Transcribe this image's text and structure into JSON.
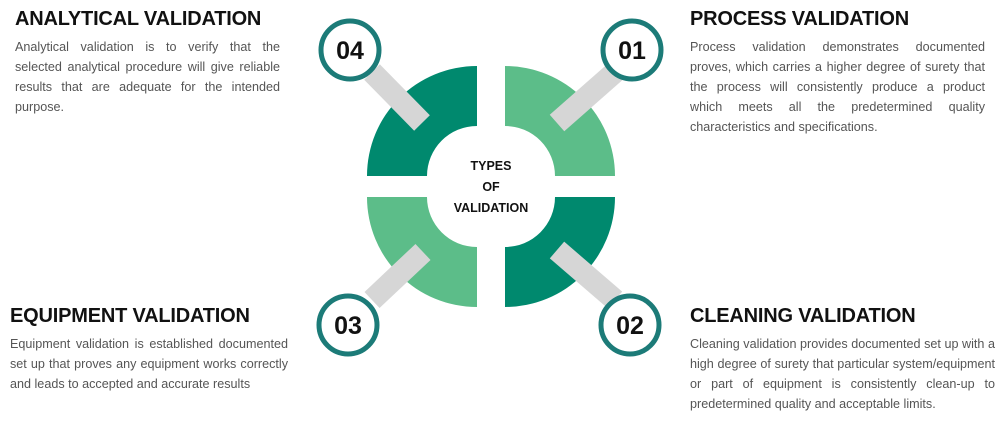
{
  "center_label": {
    "line1": "TYPES",
    "line2": "OF",
    "line3": "VALIDATION"
  },
  "colors": {
    "dark_green": "#00896e",
    "light_green": "#5cbd89",
    "ring": "#1c7b78",
    "connector": "#d6d6d6"
  },
  "items": [
    {
      "number": "01",
      "title": "PROCESS VALIDATION",
      "text": "Process validation demonstrates documented proves, which carries a higher degree of surety that the process will consistently produce a product which meets all the predetermined quality characteristics and specifications."
    },
    {
      "number": "02",
      "title": "CLEANING VALIDATION",
      "text": "Cleaning validation provides documented set up with a high degree of surety that particular system/equipment or part of equipment is consistently clean-up to predetermined quality and acceptable limits."
    },
    {
      "number": "03",
      "title": "EQUIPMENT VALIDATION",
      "text": "Equipment validation is established documented set up that proves any equipment works correctly and leads to accepted and accurate results"
    },
    {
      "number": "04",
      "title": "ANALYTICAL VALIDATION",
      "text": "Analytical validation is to verify that the selected analytical procedure will give reliable results that are adequate for the intended purpose."
    }
  ]
}
